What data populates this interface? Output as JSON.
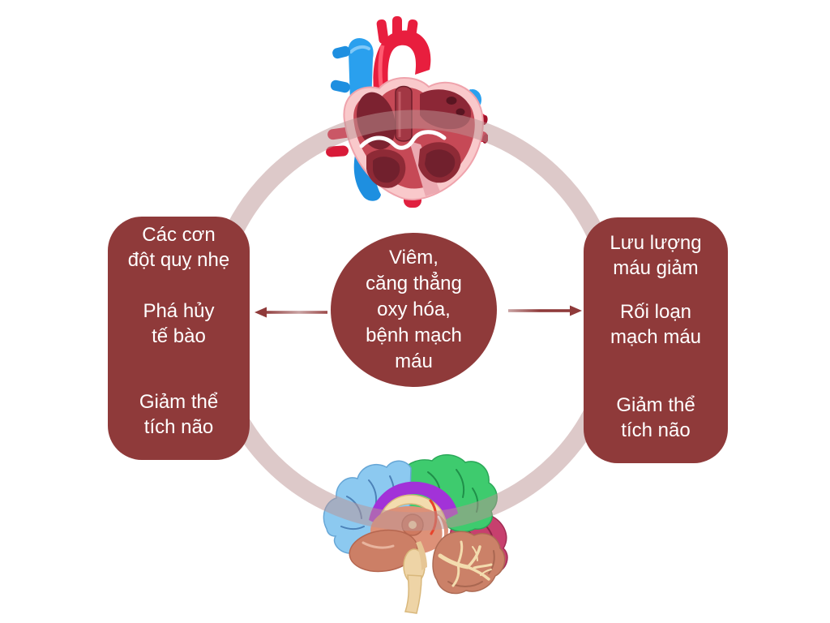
{
  "diagram": {
    "center_circle": {
      "text": "Viêm,\ncăng thẳng\noxy hóa,\nbệnh mạch\nmáu"
    },
    "left_box": {
      "items": [
        "Các cơn\nđột quỵ nhẹ",
        "Phá hủy\ntế bào",
        "Giảm thể\ntích não"
      ]
    },
    "right_box": {
      "items": [
        "Lưu lượng\nmáu giảm",
        "Rối loạn\nmạch máu",
        "Giảm thể\ntích não"
      ]
    },
    "illustrations": {
      "top": "heart-anatomy",
      "bottom": "brain-anatomy"
    },
    "colors": {
      "node_fill": "#8f3a3a",
      "node_text": "#ffffff",
      "ring": "#ddc8c8",
      "arrow": "#8f3a3a",
      "background": "#ffffff"
    }
  }
}
